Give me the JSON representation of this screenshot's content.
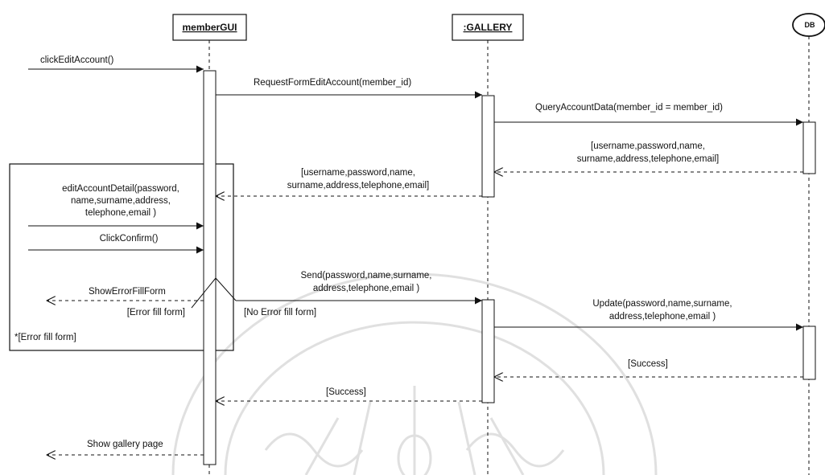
{
  "participants": [
    {
      "id": "memberGUI",
      "label": "memberGUI"
    },
    {
      "id": "gallery",
      "label": ":GALLERY"
    },
    {
      "id": "db",
      "label": "DB"
    }
  ],
  "messages": {
    "click_edit": "clickEditAccount()",
    "request_form": "RequestFormEditAccount(member_id)",
    "query_account": "QueryAccountData(member_id = member_id)",
    "db_return_line1": "[username,password,name,",
    "db_return_line2": "surname,address,telephone,email]",
    "gallery_return_line1": "[username,password,name,",
    "gallery_return_line2": "surname,address,telephone,email]",
    "edit_detail_line1": "editAccountDetail(password,",
    "edit_detail_line2": "name,surname,address,",
    "edit_detail_line3": "telephone,email )",
    "click_confirm": "ClickConfirm()",
    "show_error": "ShowErrorFillForm",
    "error_guard": "[Error fill form]",
    "no_error_guard": "[No Error fill form]",
    "send_line1": "Send(password,name,surname,",
    "send_line2": "address,telephone,email )",
    "update_line1": "Update(password,name,surname,",
    "update_line2": "address,telephone,email )",
    "success_db": "[Success]",
    "success_gallery": "[Success]",
    "show_gallery": "Show gallery page"
  },
  "loop_guard": "*[Error fill form]"
}
